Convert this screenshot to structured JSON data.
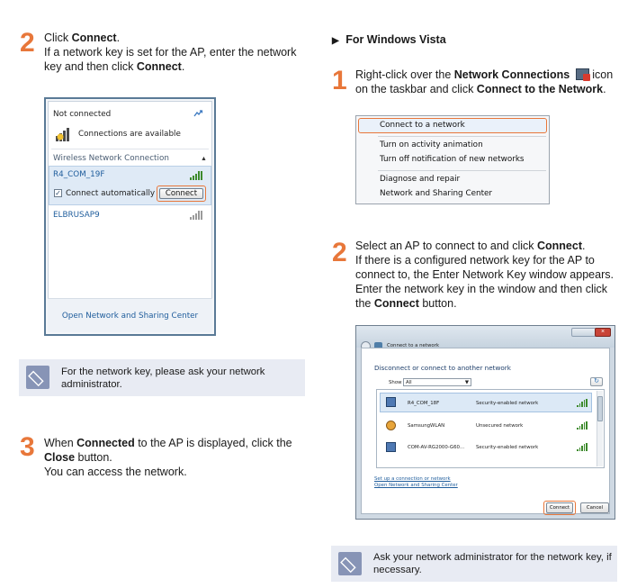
{
  "left": {
    "step2": {
      "number": "2",
      "line1_pre": "Click ",
      "line1_bold": "Connect",
      "line1_post": ".",
      "line2": "If a network key is set for the AP, enter the network",
      "line3_pre": "key and then click ",
      "line3_bold": "Connect",
      "line3_post": "."
    },
    "win7_popup": {
      "status": "Not connected",
      "available": "Connections are available",
      "section": "Wireless Network Connection",
      "network1": "R4_COM_19F",
      "auto_label": "Connect automatically",
      "connect_button": "Connect",
      "network2": "ELBRUSAP9",
      "footer_link": "Open Network and Sharing Center"
    },
    "note1": {
      "line1": "For the network key, please ask your network",
      "line2": "administrator."
    },
    "step3": {
      "number": "3",
      "line1_pre": "When ",
      "line1_bold": "Connected",
      "line1_post": " to the AP is displayed, click the",
      "line2_bold": "Close",
      "line2_post": " button.",
      "line3": "You can access the network."
    }
  },
  "right": {
    "heading_marker": "▶",
    "heading": "For Windows Vista",
    "step1": {
      "number": "1",
      "line1_pre": "Right-click over the ",
      "line1_bold": "Network Connections",
      "line1_post": " icon",
      "line2_pre": "on the taskbar and click ",
      "line2_bold": "Connect to the Network",
      "line2_post": "."
    },
    "context_menu": {
      "items": [
        "Connect to a network",
        "Turn on activity animation",
        "Turn off notification of new networks",
        "Diagnose and repair",
        "Network and Sharing Center"
      ]
    },
    "step2": {
      "number": "2",
      "line1_pre": "Select an AP to connect to and click ",
      "line1_bold": "Connect",
      "line1_post": ".",
      "line2": "If there is a configured network key for the AP to",
      "line3": "connect to, the Enter Network Key window appears.",
      "line4": "Enter the network key in the window and then click",
      "line5_pre": "the ",
      "line5_bold": "Connect",
      "line5_post": " button."
    },
    "vista_dialog": {
      "title": "Connect to a network",
      "heading": "Disconnect or connect to another network",
      "show_label": "Show",
      "show_value": "All",
      "networks": [
        {
          "name": "R4_COM_18F",
          "security": "Security-enabled network"
        },
        {
          "name": "SamsungWLAN",
          "security": "Unsecured network"
        },
        {
          "name": "COM-AV-RG2000-G60...",
          "security": "Security-enabled network"
        }
      ],
      "link1": "Set up a connection or network",
      "link2": "Open Network and Sharing Center",
      "connect_button": "Connect",
      "cancel_button": "Cancel"
    },
    "note2": {
      "line1": "Ask your network administrator for the network key, if",
      "line2": "necessary."
    }
  },
  "colors": {
    "accent": "#e8773a",
    "note_bg": "#e8ebf3",
    "link": "#1f5d9c"
  }
}
